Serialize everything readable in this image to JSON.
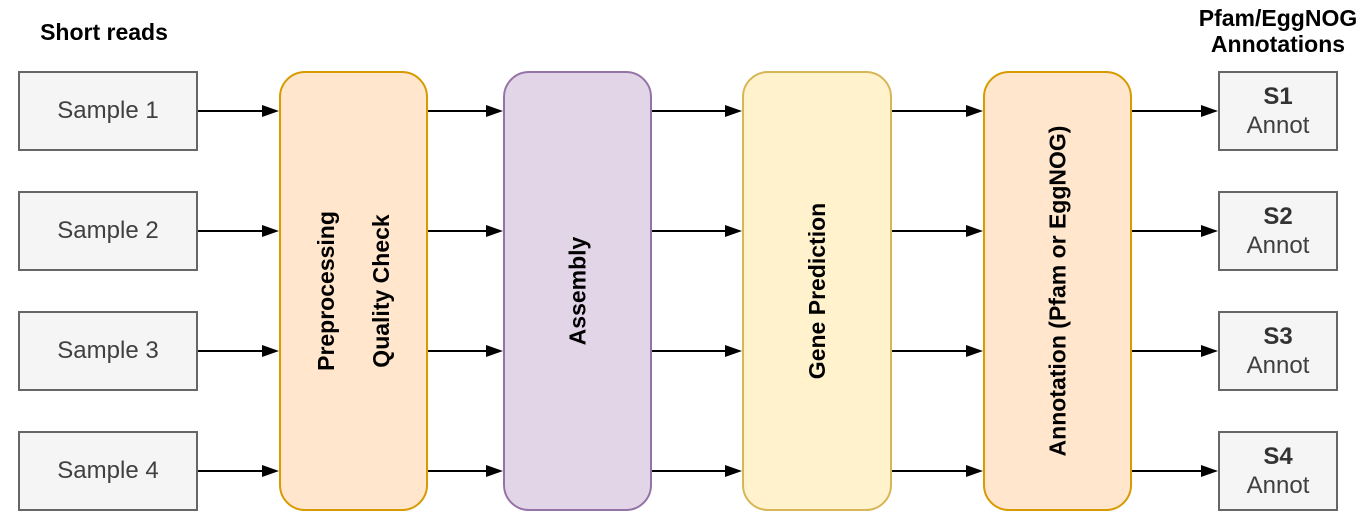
{
  "diagram": {
    "left": {
      "title": "Short reads",
      "samples": [
        "Sample 1",
        "Sample 2",
        "Sample 3",
        "Sample 4"
      ]
    },
    "stages": [
      {
        "lines": [
          "Preprocessing",
          "Quality Check"
        ],
        "fill": "#ffe6cc",
        "border": "#d79b00"
      },
      {
        "lines": [
          "Assembly"
        ],
        "fill": "#e1d5e7",
        "border": "#9673a6"
      },
      {
        "lines": [
          "Gene Prediction"
        ],
        "fill": "#fff2cc",
        "border": "#d6b656"
      },
      {
        "lines": [
          "Annotation (Pfam or EggNOG)"
        ],
        "fill": "#ffe6cc",
        "border": "#d79b00"
      }
    ],
    "right": {
      "title_lines": [
        "Pfam/EggNOG",
        "Annotations"
      ],
      "outputs": [
        {
          "id": "S1",
          "label": "Annot"
        },
        {
          "id": "S2",
          "label": "Annot"
        },
        {
          "id": "S3",
          "label": "Annot"
        },
        {
          "id": "S4",
          "label": "Annot"
        }
      ]
    },
    "colors": {
      "sample_fill": "#f5f5f5",
      "sample_border": "#666666",
      "sample_text": "#404040",
      "arrow": "#000000",
      "title_text": "#000000"
    }
  }
}
